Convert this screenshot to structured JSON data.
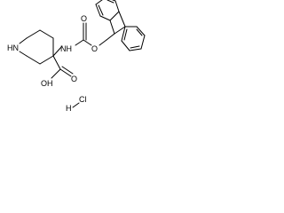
{
  "molecule": {
    "piperidine_nitrogen": "HN",
    "carbamate_nh": "NH",
    "carbonyl_oxygen": "O",
    "ester_oxygen": "O",
    "carboxylic_acid": "OH",
    "acid_carbonyl_oxygen": "O",
    "hcl_salt": "HCl",
    "hydrogen_of_hcl": "H",
    "chlorine_of_hcl": "Cl"
  }
}
